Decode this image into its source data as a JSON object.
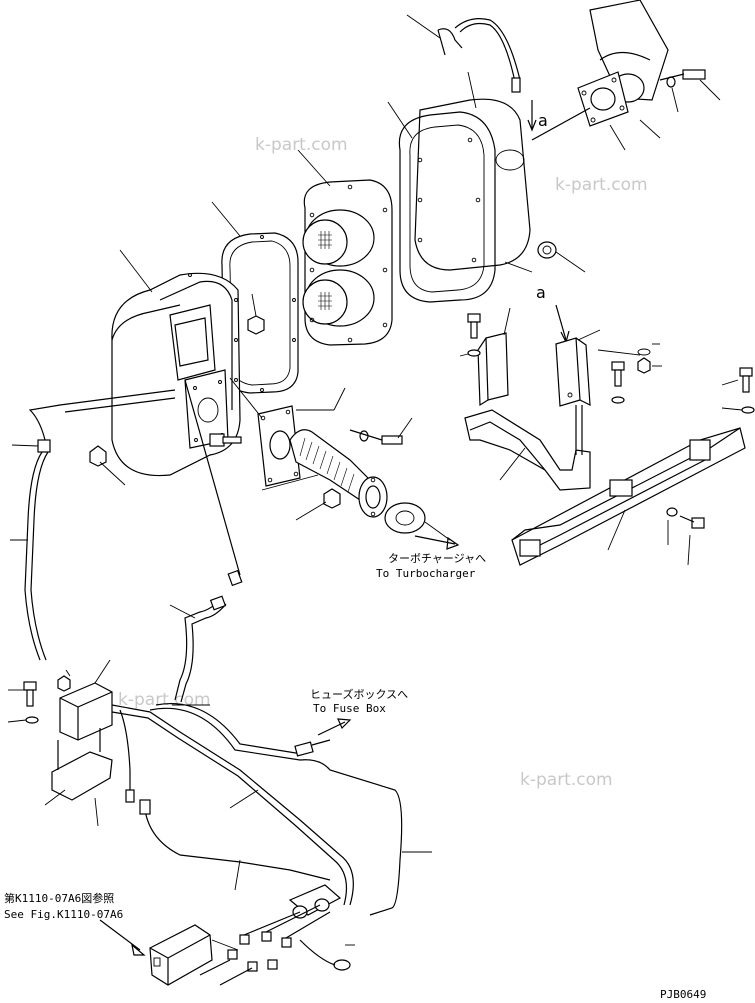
{
  "watermarks": [
    "k-part.com",
    "k-part.com",
    "k-part.com",
    "k-part.com"
  ],
  "callout_a": [
    "a",
    "a"
  ],
  "turbo": {
    "ja": "ターボチャージャへ",
    "en": "To Turbocharger"
  },
  "fuse": {
    "ja": "ヒューズボックスへ",
    "en": "To Fuse Box"
  },
  "ref": {
    "ja": "第K1110-07A6図参照",
    "en": "See Fig.K1110-07A6"
  },
  "drawing_no": "PJB0649"
}
